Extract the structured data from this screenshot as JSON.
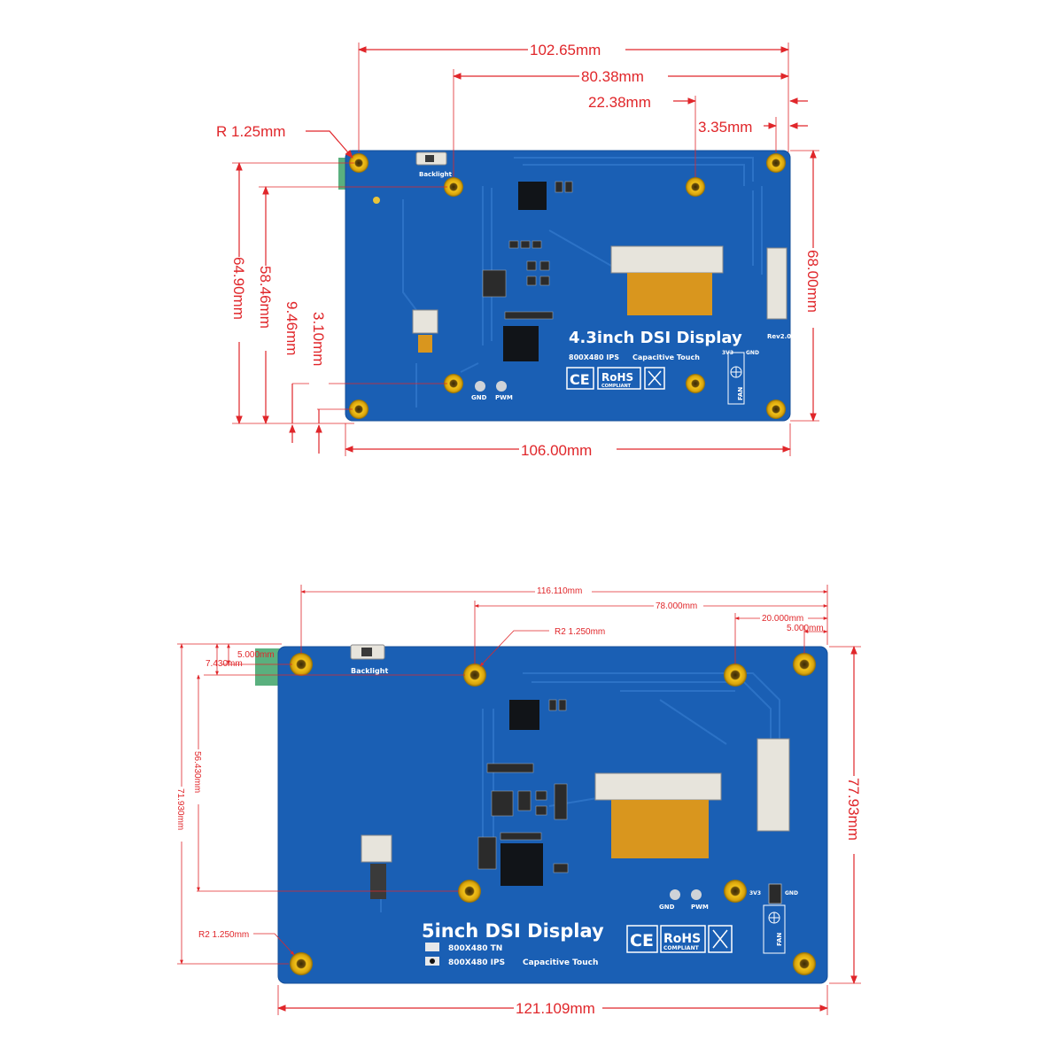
{
  "top_board": {
    "title": "4.3inch DSI Display",
    "spec": "800X480 IPS",
    "touch": "Capacitive Touch",
    "backlight": "Backlight",
    "gnd": "GND",
    "pwm": "PWM",
    "rev": "Rev2.0",
    "fan_label": "FAN",
    "fan_pin_3v3": "3V3",
    "fan_pin_gnd": "GND",
    "ce": "CE",
    "rohs": "RoHS",
    "compliant": "COMPLIANT",
    "dimensions": {
      "total_width_holes": "102.65mm",
      "holes_80": "80.38mm",
      "holes_22": "22.38mm",
      "offset_3_35": "3.35mm",
      "radius": "R 1.25mm",
      "height_64": "64.90mm",
      "height_58": "58.46mm",
      "offset_9_46": "9.46mm",
      "offset_3_10": "3.10mm",
      "height_68": "68.00mm",
      "board_width": "106.00mm"
    }
  },
  "bottom_board": {
    "title": "5inch DSI Display",
    "spec_tn": "800X480 TN",
    "spec_ips": "800X480 IPS",
    "touch": "Capacitive Touch",
    "backlight": "Backlight",
    "gnd": "GND",
    "pwm": "PWM",
    "fan_label": "FAN",
    "fan_pin_3v3": "3V3",
    "fan_pin_gnd": "GND",
    "ce": "CE",
    "rohs": "RoHS",
    "compliant": "COMPLIANT",
    "dimensions": {
      "total_width_holes": "116.110mm",
      "holes_78": "78.000mm",
      "holes_20": "20.000mm",
      "offset_5_right": "5.000mm",
      "radius_top": "R2 1.250mm",
      "offset_5_left": "5.000mm",
      "offset_7_43": "7.430mm",
      "height_56": "56.430mm",
      "height_71": "71.930mm",
      "radius_bottom": "R2 1.250mm",
      "height_77": "77.93mm",
      "board_width": "121.109mm"
    }
  }
}
